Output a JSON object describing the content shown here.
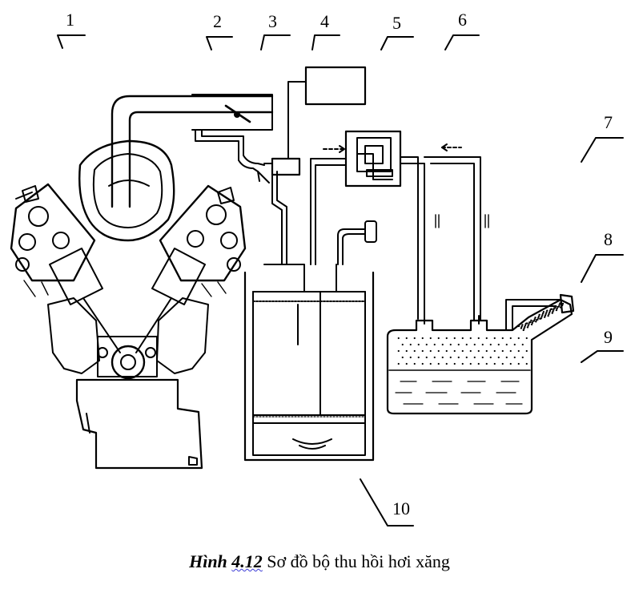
{
  "callouts": [
    "1",
    "2",
    "3",
    "4",
    "5",
    "6",
    "7",
    "8",
    "9",
    "10"
  ],
  "caption": {
    "prefix": "Hình ",
    "number": "4.12",
    "text": "  Sơ đồ bộ thu hồi hơi xăng"
  }
}
